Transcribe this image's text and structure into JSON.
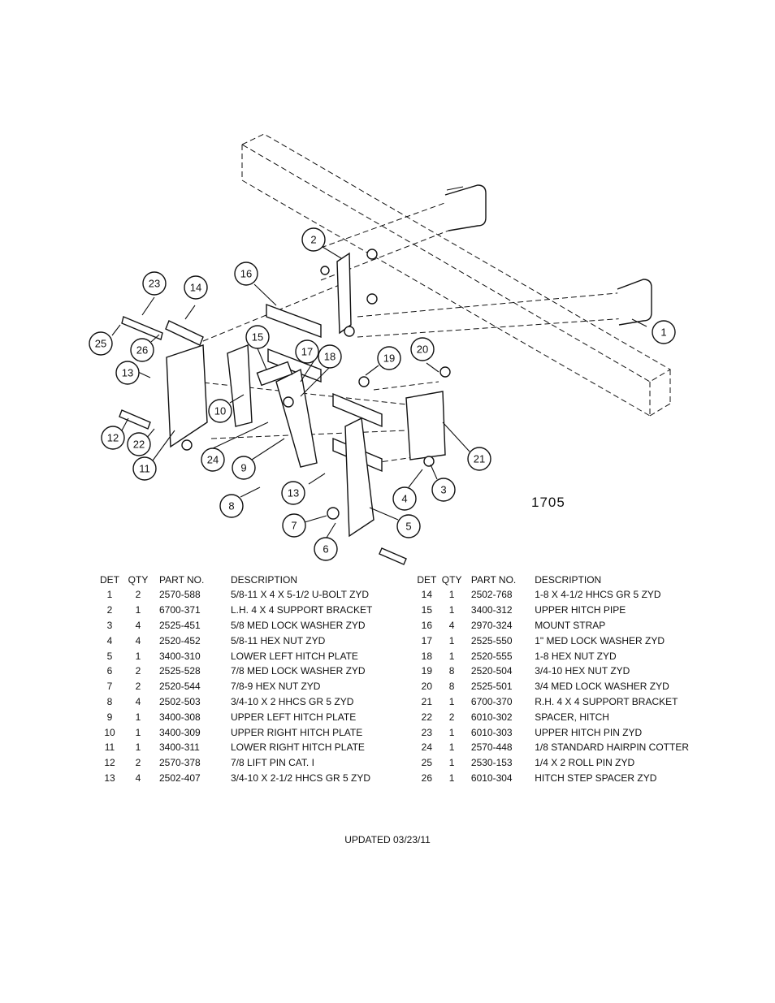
{
  "drawing_number": "1705",
  "callouts": [
    "1",
    "2",
    "3",
    "4",
    "5",
    "6",
    "7",
    "8",
    "9",
    "10",
    "11",
    "12",
    "13",
    "13",
    "14",
    "15",
    "16",
    "17",
    "18",
    "19",
    "20",
    "21",
    "22",
    "23",
    "24",
    "25",
    "26"
  ],
  "table": {
    "headers": {
      "det": "DET",
      "qty": "QTY",
      "part": "PART NO.",
      "desc": "DESCRIPTION"
    },
    "left_rows": [
      {
        "det": "1",
        "qty": "2",
        "part": "2570-588",
        "desc": "5/8-11 X 4 X 5-1/2 U-BOLT ZYD"
      },
      {
        "det": "2",
        "qty": "1",
        "part": "6700-371",
        "desc": "L.H. 4 X 4 SUPPORT BRACKET"
      },
      {
        "det": "3",
        "qty": "4",
        "part": "2525-451",
        "desc": "5/8 MED LOCK WASHER ZYD"
      },
      {
        "det": "4",
        "qty": "4",
        "part": "2520-452",
        "desc": "5/8-11 HEX NUT ZYD"
      },
      {
        "det": "5",
        "qty": "1",
        "part": "3400-310",
        "desc": "LOWER LEFT HITCH PLATE"
      },
      {
        "det": "6",
        "qty": "2",
        "part": "2525-528",
        "desc": "7/8 MED LOCK WASHER ZYD"
      },
      {
        "det": "7",
        "qty": "2",
        "part": "2520-544",
        "desc": "7/8-9 HEX NUT ZYD"
      },
      {
        "det": "8",
        "qty": "4",
        "part": "2502-503",
        "desc": "3/4-10 X 2 HHCS GR 5 ZYD"
      },
      {
        "det": "9",
        "qty": "1",
        "part": "3400-308",
        "desc": "UPPER LEFT HITCH PLATE"
      },
      {
        "det": "10",
        "qty": "1",
        "part": "3400-309",
        "desc": "UPPER RIGHT HITCH PLATE"
      },
      {
        "det": "11",
        "qty": "1",
        "part": "3400-311",
        "desc": "LOWER RIGHT HITCH PLATE"
      },
      {
        "det": "12",
        "qty": "2",
        "part": "2570-378",
        "desc": "7/8 LIFT PIN CAT. I"
      },
      {
        "det": "13",
        "qty": "4",
        "part": "2502-407",
        "desc": "3/4-10 X 2-1/2 HHCS GR 5 ZYD"
      }
    ],
    "right_rows": [
      {
        "det": "14",
        "qty": "1",
        "part": "2502-768",
        "desc": "1-8 X 4-1/2 HHCS GR 5 ZYD"
      },
      {
        "det": "15",
        "qty": "1",
        "part": "3400-312",
        "desc": "UPPER HITCH PIPE"
      },
      {
        "det": "16",
        "qty": "4",
        "part": "2970-324",
        "desc": "MOUNT STRAP"
      },
      {
        "det": "17",
        "qty": "1",
        "part": "2525-550",
        "desc": "1\" MED LOCK WASHER ZYD"
      },
      {
        "det": "18",
        "qty": "1",
        "part": "2520-555",
        "desc": "1-8 HEX NUT ZYD"
      },
      {
        "det": "19",
        "qty": "8",
        "part": "2520-504",
        "desc": "3/4-10 HEX NUT ZYD"
      },
      {
        "det": "20",
        "qty": "8",
        "part": "2525-501",
        "desc": "3/4 MED LOCK WASHER ZYD"
      },
      {
        "det": "21",
        "qty": "1",
        "part": "6700-370",
        "desc": "R.H. 4 X 4 SUPPORT BRACKET"
      },
      {
        "det": "22",
        "qty": "2",
        "part": "6010-302",
        "desc": "SPACER, HITCH"
      },
      {
        "det": "23",
        "qty": "1",
        "part": "6010-303",
        "desc": "UPPER HITCH PIN ZYD"
      },
      {
        "det": "24",
        "qty": "1",
        "part": "2570-448",
        "desc": "1/8 STANDARD HAIRPIN COTTER"
      },
      {
        "det": "25",
        "qty": "1",
        "part": "2530-153",
        "desc": "1/4 X 2 ROLL PIN ZYD"
      },
      {
        "det": "26",
        "qty": "1",
        "part": "6010-304",
        "desc": "HITCH STEP SPACER ZYD"
      }
    ]
  },
  "updated": "UPDATED 03/23/11"
}
